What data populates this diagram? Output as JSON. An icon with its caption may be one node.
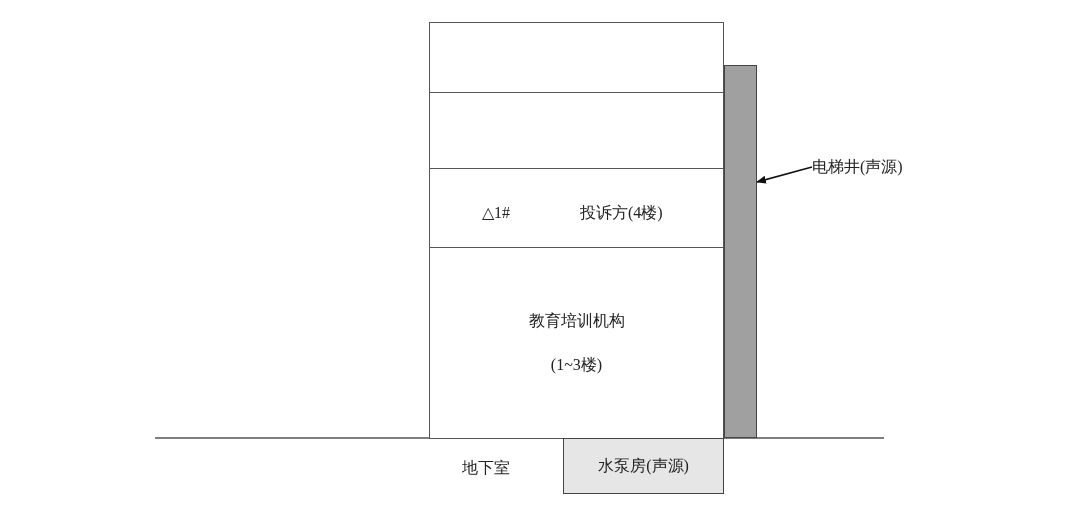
{
  "diagram": {
    "nodes": [
      {
        "text": [],
        "shape": "box"
      },
      {
        "text": [],
        "shape": "box"
      },
      {
        "text": [
          "△1#",
          "投诉方(4楼)"
        ]
      },
      {
        "text": [
          "教育培训机构",
          "(1~3楼)"
        ]
      },
      {
        "text": [],
        "shape": "bar"
      },
      {
        "text": [
          "电梯井(声源)"
        ]
      },
      {
        "text": [
          "水泵房(声源)"
        ]
      }
    ],
    "edges": [
      {
        "from": 5,
        "to": 4,
        "arrow": "to"
      }
    ],
    "labels": [
      "地下室"
    ]
  }
}
